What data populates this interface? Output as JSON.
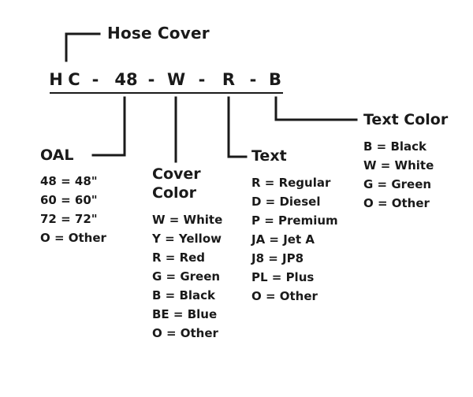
{
  "title": "Hose Cover",
  "code": {
    "chars": [
      "H",
      "C",
      "-",
      "48",
      "-",
      "W",
      "-",
      "R",
      "-",
      "B"
    ]
  },
  "oal": {
    "heading": "OAL",
    "items": [
      "48 = 48\"",
      "60 = 60\"",
      "72 = 72\"",
      "O = Other"
    ]
  },
  "cover_color": {
    "heading_line1": "Cover",
    "heading_line2": "Color",
    "items": [
      "W = White",
      "Y = Yellow",
      "R = Red",
      "G = Green",
      "B = Black",
      "BE = Blue",
      "O = Other"
    ]
  },
  "text": {
    "heading": "Text",
    "items": [
      "R = Regular",
      "D = Diesel",
      "P = Premium",
      "JA = Jet A",
      "J8 = JP8",
      "PL = Plus",
      "O = Other"
    ]
  },
  "text_color": {
    "heading": "Text Color",
    "items": [
      "B = Black",
      "W = White",
      "G = Green",
      "O = Other"
    ]
  },
  "colors": {
    "ink": "#1a1a1a",
    "background": "#ffffff"
  }
}
